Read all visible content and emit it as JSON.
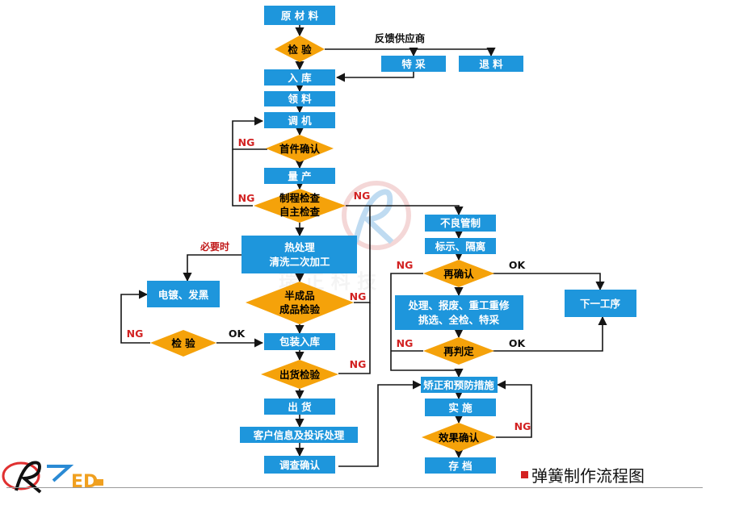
{
  "colors": {
    "box_blue": "#1e96dc",
    "diamond_orange": "#f5a20a",
    "ng_red": "#d22222",
    "arrow": "#151515"
  },
  "nodes": {
    "raw_material": "原 材 料",
    "inspection_1": "检 验",
    "feedback_supplier": "反馈供应商",
    "special_accept": "特 采",
    "return_material": "退 料",
    "warehouse_in": "入 库",
    "material_pick": "领 料",
    "machine_setup": "调 机",
    "first_article": "首件确认",
    "mass_production": "量 产",
    "process_check_l1": "制程检查",
    "process_check_l2": "自主检查",
    "heat_l1": "热处理",
    "heat_l2": "清洗二次加工",
    "when_needed": "必要时",
    "semi_l1": "半成品",
    "semi_l2": "成品检验",
    "plating": "电镀、发黑",
    "inspection_2": "检 验",
    "pack_in": "包装入库",
    "ship_check": "出货检验",
    "ship": "出 货",
    "customer": "客户信息及投诉处理",
    "investigate": "调查确认",
    "defect_control": "不良管制",
    "mark_isolate": "标示、隔离",
    "reconfirm": "再确认",
    "handle_l1": "处理、报废、重工重修",
    "handle_l2": "挑选、全检、特采",
    "rejudge": "再判定",
    "next_process": "下一工序",
    "corrective": "矫正和预防措施",
    "implement": "实 施",
    "effect_confirm": "效果确认",
    "archive": "存 档"
  },
  "labels": {
    "ng": "NG",
    "ok": "OK"
  },
  "title": "弹簧制作流程图",
  "watermark": "瑞 正 科 技"
}
